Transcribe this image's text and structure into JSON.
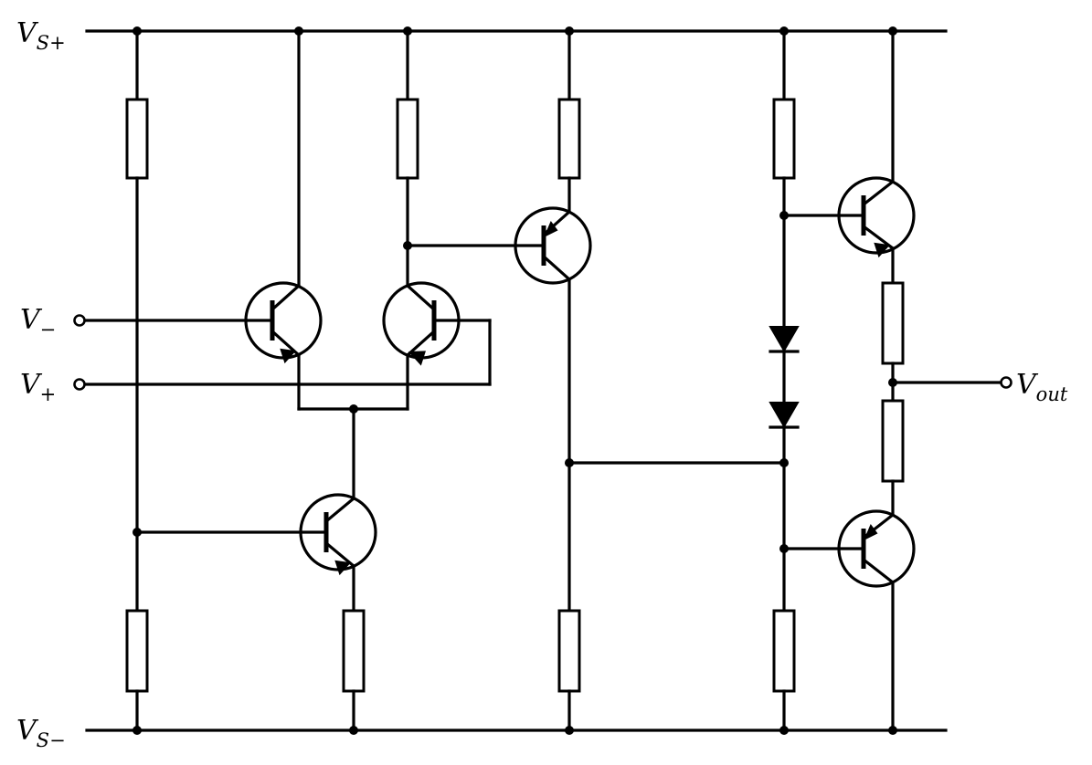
{
  "labels": {
    "vs_plus": {
      "main": "V",
      "sub_italic": "S",
      "sub_sign": "+"
    },
    "vs_minus": {
      "main": "V",
      "sub_italic": "S",
      "sub_sign": "−"
    },
    "v_minus": {
      "main": "V",
      "sub_sign": "−"
    },
    "v_plus": {
      "main": "V",
      "sub_sign": "+"
    },
    "v_out": {
      "main": "V",
      "sub_text": "out"
    }
  }
}
